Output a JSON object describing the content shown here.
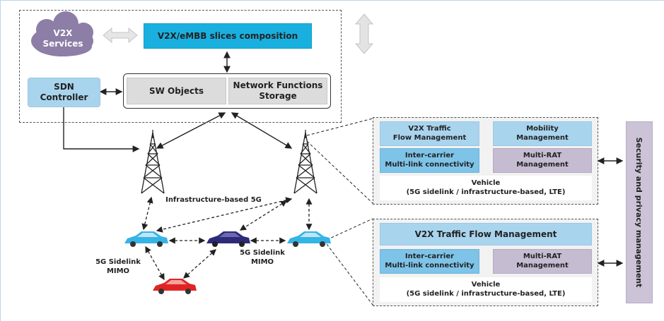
{
  "top": {
    "services": "V2X\nServices",
    "slices": "V2X/eMBB slices composition",
    "sdn": "SDN\nController",
    "sw_objects": "SW Objects",
    "nf_storage": "Network Functions\nStorage"
  },
  "panel_upper": {
    "traffic": "V2X Traffic\nFlow Management",
    "mobility": "Mobility\nManagement",
    "intercarrier": "Inter-carrier\nMulti-link connectivity",
    "multirat": "Multi-RAT\nManagement",
    "vehicle": "Vehicle\n(5G sidelink / infrastructure-based, LTE)"
  },
  "panel_lower": {
    "traffic": "V2X Traffic Flow Management",
    "intercarrier": "Inter-carrier\nMulti-link connectivity",
    "multirat": "Multi-RAT\nManagement",
    "vehicle": "Vehicle\n(5G sidelink / infrastructure-based, LTE)"
  },
  "security": "Security and privacy management",
  "labels": {
    "infra": "Infrastructure-based 5G",
    "sidelink_left": "5G Sidelink\nMIMO",
    "sidelink_mid": "5G Sidelink\nMIMO"
  },
  "colors": {
    "light_blue": "#a9d4ee",
    "cyan": "#19b0e0",
    "grey": "#dcdcdc",
    "purple": "#c5bcd2",
    "cloud": "#8c7ea6",
    "car_blue": "#35b4e6",
    "car_navy": "#2e2a7a",
    "car_red": "#e02424"
  }
}
